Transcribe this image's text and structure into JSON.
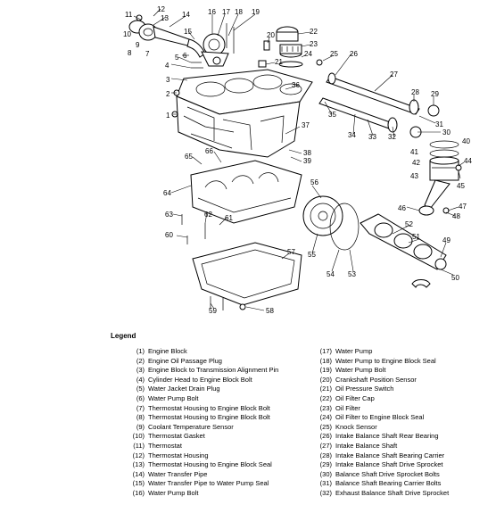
{
  "diagram": {
    "callouts": [
      "1",
      "2",
      "3",
      "4",
      "5",
      "6",
      "7",
      "8",
      "9",
      "10",
      "11",
      "12",
      "13",
      "14",
      "15",
      "16",
      "17",
      "18",
      "19",
      "20",
      "21",
      "22",
      "23",
      "24",
      "25",
      "26",
      "27",
      "28",
      "29",
      "30",
      "31",
      "32",
      "33",
      "34",
      "35",
      "36",
      "37",
      "38",
      "39",
      "40",
      "41",
      "42",
      "43",
      "44",
      "45",
      "46",
      "47",
      "48",
      "49",
      "50",
      "51",
      "52",
      "53",
      "54",
      "55",
      "56",
      "57",
      "58",
      "59",
      "60",
      "61",
      "62",
      "63",
      "64",
      "65",
      "66"
    ]
  },
  "legend": {
    "title": "Legend",
    "left": [
      {
        "num": "(1)",
        "text": "Engine Block"
      },
      {
        "num": "(2)",
        "text": "Engine Oil Passage Plug"
      },
      {
        "num": "(3)",
        "text": "Engine Block to Transmission Alignment Pin"
      },
      {
        "num": "(4)",
        "text": "Cylinder Head to Engine Block Bolt"
      },
      {
        "num": "(5)",
        "text": "Water Jacket Drain Plug"
      },
      {
        "num": "(6)",
        "text": "Water Pump Bolt"
      },
      {
        "num": "(7)",
        "text": "Thermostat Housing to Engine Block Bolt"
      },
      {
        "num": "(8)",
        "text": "Thermostat Housing to Engine Block Bolt"
      },
      {
        "num": "(9)",
        "text": "Coolant Temperature Sensor"
      },
      {
        "num": "(10)",
        "text": "Thermostat Gasket"
      },
      {
        "num": "(11)",
        "text": "Thermostat"
      },
      {
        "num": "(12)",
        "text": "Thermostat Housing"
      },
      {
        "num": "(13)",
        "text": "Thermostat Housing to Engine Block Seal"
      },
      {
        "num": "(14)",
        "text": "Water Transfer Pipe"
      },
      {
        "num": "(15)",
        "text": "Water Transfer Pipe to Water Pump Seal"
      },
      {
        "num": "(16)",
        "text": "Water Pump Bolt"
      }
    ],
    "right": [
      {
        "num": "(17)",
        "text": "Water Pump"
      },
      {
        "num": "(18)",
        "text": "Water Pump to Engine Block Seal"
      },
      {
        "num": "(19)",
        "text": "Water Pump Bolt"
      },
      {
        "num": "(20)",
        "text": "Crankshaft Position Sensor"
      },
      {
        "num": "(21)",
        "text": "Oil Pressure Switch"
      },
      {
        "num": "(22)",
        "text": "Oil Filter Cap"
      },
      {
        "num": "(23)",
        "text": "Oil Filter"
      },
      {
        "num": "(24)",
        "text": "Oil Filter to Engine Block Seal"
      },
      {
        "num": "(25)",
        "text": "Knock Sensor"
      },
      {
        "num": "(26)",
        "text": "Intake Balance Shaft Rear Bearing"
      },
      {
        "num": "(27)",
        "text": "Intake Balance Shaft"
      },
      {
        "num": "(28)",
        "text": "Intake Balance Shaft Bearing Carrier"
      },
      {
        "num": "(29)",
        "text": "Intake Balance Shaft Drive Sprocket"
      },
      {
        "num": "(30)",
        "text": "Balance Shaft Drive Sprocket Bolts"
      },
      {
        "num": "(31)",
        "text": "Balance Shaft Bearing Carrier Bolts"
      },
      {
        "num": "(32)",
        "text": "Exhaust Balance Shaft Drive Sprocket"
      }
    ]
  }
}
